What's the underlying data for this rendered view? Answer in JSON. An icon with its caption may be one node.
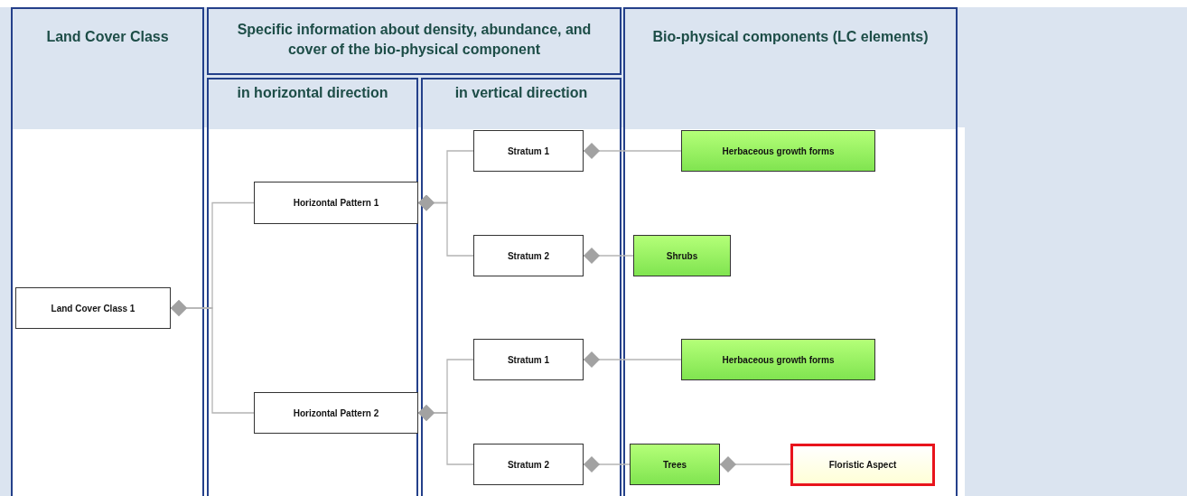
{
  "diagram": {
    "nodes": [
      {
        "text": [
          "Land Cover Class"
        ]
      },
      {
        "text": [
          "Specific information about density, abundance, and cover of the bio-physical component"
        ]
      },
      {
        "text": [
          "in horizontal direction"
        ]
      },
      {
        "text": [
          "in vertical direction"
        ]
      },
      {
        "text": [
          "Bio-physical components (LC elements)"
        ]
      },
      {
        "text": [
          "Land Cover Class 1"
        ],
        "in": 0
      },
      {
        "text": [
          "Horizontal Pattern 1"
        ],
        "in": 2
      },
      {
        "text": [
          "Horizontal Pattern 2"
        ],
        "in": 2
      },
      {
        "text": [
          "Stratum 1"
        ],
        "in": 3
      },
      {
        "text": [
          "Stratum 2"
        ],
        "in": 3
      },
      {
        "text": [
          "Stratum 1"
        ],
        "in": 3
      },
      {
        "text": [
          "Stratum 2"
        ],
        "in": 3
      },
      {
        "text": [
          "Herbaceous growth forms"
        ],
        "in": 4
      },
      {
        "text": [
          "Shrubs"
        ],
        "in": 4
      },
      {
        "text": [
          "Herbaceous growth forms"
        ],
        "in": 4
      },
      {
        "text": [
          "Trees"
        ],
        "in": 4
      },
      {
        "text": [
          "Floristic Aspect"
        ],
        "in": 4
      }
    ],
    "edges": [
      {
        "from": 5,
        "to": 6,
        "arrow": "other"
      },
      {
        "from": 5,
        "to": 7,
        "arrow": "other"
      },
      {
        "from": 6,
        "to": 8,
        "arrow": "other"
      },
      {
        "from": 6,
        "to": 9,
        "arrow": "other"
      },
      {
        "from": 7,
        "to": 10,
        "arrow": "other"
      },
      {
        "from": 7,
        "to": 11,
        "arrow": "other"
      },
      {
        "from": 8,
        "to": 12,
        "arrow": "other"
      },
      {
        "from": 9,
        "to": 13,
        "arrow": "other"
      },
      {
        "from": 10,
        "to": 14,
        "arrow": "other"
      },
      {
        "from": 11,
        "to": 15,
        "arrow": "other"
      },
      {
        "from": 15,
        "to": 16,
        "arrow": "other"
      }
    ]
  }
}
